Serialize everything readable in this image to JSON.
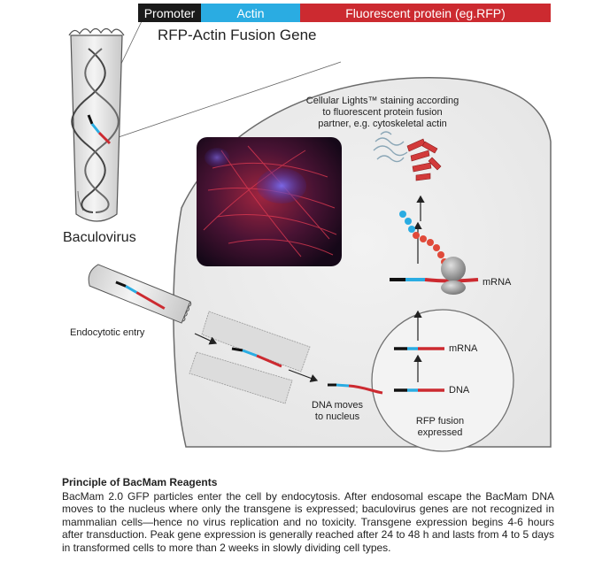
{
  "colors": {
    "promoter": "#1a1a1a",
    "actin": "#2aace2",
    "fluorescent": "#cc2a30",
    "cell_fill": "#ececec",
    "cell_stroke": "#6b6b6b",
    "virus_fill": "#d9d9d9"
  },
  "legend": {
    "promoter": "Promoter",
    "actin": "Actin",
    "fluorescent": "Fluorescent protein (eg.RFP)"
  },
  "labels": {
    "gene_title": "RFP-Actin Fusion Gene",
    "baculovirus": "Baculovirus",
    "cellular_lights": [
      "Cellular Lights™ staining according",
      "to fluorescent protein fusion",
      "partner, e.g. cytoskeletal actin"
    ],
    "mrna_ribosome": "mRNA",
    "endocytotic": "Endocytotic entry",
    "dna_moves": [
      "DNA moves",
      "to nucleus"
    ],
    "mrna_nucleus": "mRNA",
    "dna_nucleus": "DNA",
    "rfp_fusion": [
      "RFP fusion",
      "expressed"
    ]
  },
  "icons": {
    "protein": "protein-ribbon-icon",
    "ribosome": "ribosome-icon",
    "micrograph": "fluorescence-micrograph-image"
  },
  "caption": {
    "title": "Principle of BacMam Reagents",
    "body": "BacMam 2.0 GFP particles enter the cell by endocytosis. After endosomal escape the BacMam DNA moves to the nucleus where only the transgene is expressed; baculovirus genes are not recognized in mammalian cells—hence no virus replication and no toxicity. Transgene expression begins 4-6 hours after transduction. Peak gene expression is generally reached after 24 to 48 h and lasts from 4 to 5 days in transformed cells to more than 2 weeks in slowly dividing cell types."
  }
}
